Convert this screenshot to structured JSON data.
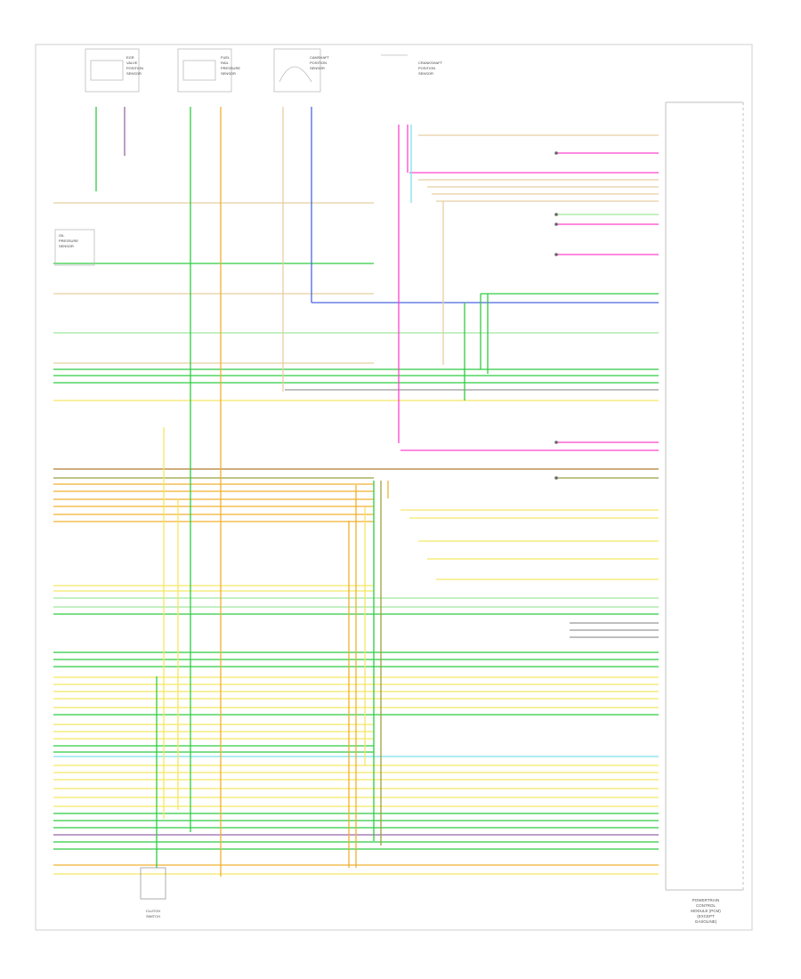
{
  "diagram": {
    "footer_code": "",
    "module_label": [
      "POWERTRAIN",
      "CONTROL",
      "MODULE (PCM)",
      "(EXCEPT",
      "GASOLINE)"
    ],
    "colors": {
      "green": "#2ecc40",
      "light_green": "#9fe89f",
      "yellow": "#f5e663",
      "orange": "#f0b030",
      "tan": "#e6cfa0",
      "pink": "#ff44cc",
      "blue": "#4a66e0",
      "gray": "#999999",
      "violet": "#9966aa",
      "cyan": "#7ee0ee",
      "brown": "#b07a30",
      "olive": "#9aa040"
    },
    "components": [
      {
        "id": "sensor-1",
        "lines": [
          "EGR",
          "VALVE",
          "POSITION",
          "SENSOR"
        ]
      },
      {
        "id": "sensor-2",
        "lines": [
          "FUEL",
          "RAIL",
          "PRESSURE",
          "SENSOR"
        ]
      },
      {
        "id": "sensor-3",
        "lines": [
          "CAMSHAFT",
          "POSITION",
          "SENSOR"
        ]
      },
      {
        "id": "sensor-4",
        "lines": [
          "CRANKSHAFT",
          "POSITION",
          "SENSOR"
        ]
      },
      {
        "id": "sensor-5",
        "lines": [
          "OIL",
          "PRESSURE",
          "SENSOR"
        ]
      },
      {
        "id": "sensor-6",
        "lines": [
          "CLUTCH",
          "SWITCH"
        ]
      }
    ]
  }
}
